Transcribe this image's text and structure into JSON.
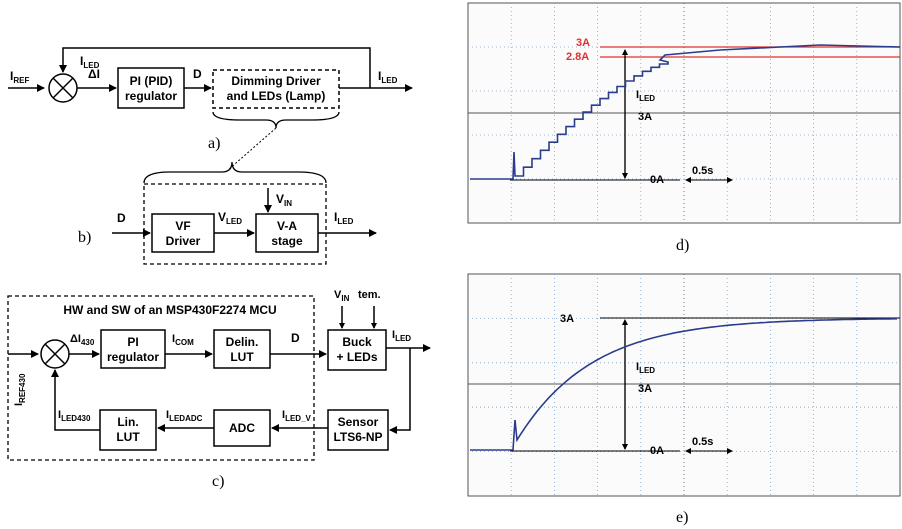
{
  "diagram_a": {
    "iref": "I",
    "iref_sub": "REF",
    "feedback": "I",
    "feedback_sub": "LED",
    "error": "ΔI",
    "pi_line1": "PI (PID)",
    "pi_line2": "regulator",
    "d": "D",
    "dim_line1": "Dimming Driver",
    "dim_line2": "and LEDs (Lamp)",
    "out": "I",
    "out_sub": "LED",
    "caption": "a)"
  },
  "diagram_b": {
    "d": "D",
    "vf_line1": "VF",
    "vf_line2": "Driver",
    "vled": "V",
    "vled_sub": "LED",
    "vin": "V",
    "vin_sub": "IN",
    "va_line1": "V-A",
    "va_line2": "stage",
    "out": "I",
    "out_sub": "LED",
    "caption": "b)"
  },
  "diagram_c": {
    "title": "HW and SW of an MSP430F2274 MCU",
    "iref": "I",
    "iref_sub": "REF430",
    "error": "ΔI",
    "error_sub": "430",
    "pi_line1": "PI",
    "pi_line2": "regulator",
    "icom": "I",
    "icom_sub": "COM",
    "delin_line1": "Delin.",
    "delin_line2": "LUT",
    "d": "D",
    "vin": "V",
    "vin_sub": "IN",
    "tem": "tem.",
    "buck_line1": "Buck",
    "buck_line2": "+ LEDs",
    "iled": "I",
    "iled_sub": "LED",
    "iledv": "I",
    "iledv_sub": "LED_V",
    "sensor_line1": "Sensor",
    "sensor_line2": "LTS6-NP",
    "adc": "ADC",
    "iledadc": "I",
    "iledadc_sub": "LEDADC",
    "lin_line1": "Lin.",
    "lin_line2": "LUT",
    "iled430": "I",
    "iled430_sub": "LED430",
    "caption": "c)"
  },
  "scope_d": {
    "label_3a_red": "3A",
    "label_28a_red": "2.8A",
    "iled": "I",
    "iled_sub": "LED",
    "scale_3a": "3A",
    "zero": "0A",
    "time": "0.5s",
    "caption": "d)"
  },
  "scope_e": {
    "top_3a": "3A",
    "iled": "I",
    "iled_sub": "LED",
    "scale_3a": "3A",
    "zero": "0A",
    "time": "0.5s",
    "caption": "e)"
  },
  "colors": {
    "trace": "#2b3c8c",
    "red": "#e03030",
    "grid": "#7fa4c8"
  }
}
